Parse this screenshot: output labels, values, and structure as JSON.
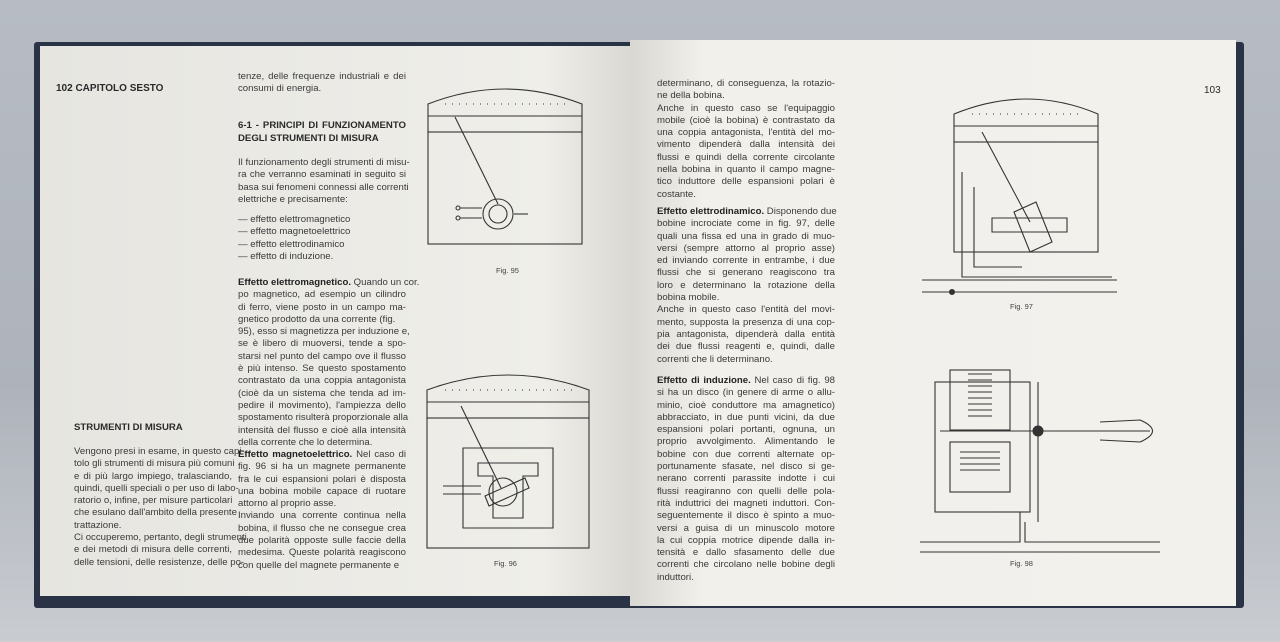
{
  "left_page": {
    "page_header": "102 CAPITOLO SESTO",
    "section_heading": "STRUMENTI DI MISURA",
    "intro_lines": [
      "Vengono presi in esame, in questo capi-",
      "tolo gli strumenti di misura più comuni",
      "e di più largo impiego, tralasciando,",
      "quindi, quelli speciali o per uso di labo-",
      "ratorio o, infine, per misure particolari",
      "che esulano dall'ambito della presente",
      "trattazione.",
      "Ci occuperemo, pertanto, degli strumenti",
      "e dei metodi di misura delle correnti,",
      "delle tensioni, delle resistenze, delle po-"
    ],
    "cont_lines": [
      "tenze, delle frequenze industriali e dei",
      "consumi di energia."
    ],
    "subsection_heading_lines": [
      "6-1 - PRINCIPI DI FUNZIONAMENTO",
      "DEGLI STRUMENTI DI MISURA"
    ],
    "principles_lines": [
      "Il funzionamento degli strumenti di misu-",
      "ra che verranno esaminati in seguito si",
      "basa sui fenomeni connessi alle correnti",
      "elettriche e precisamente:"
    ],
    "effects_list": [
      "— effetto elettromagnetico",
      "— effetto magnetoelettrico",
      "— effetto elettrodinamico",
      "— effetto di induzione."
    ],
    "elettromagnetico_title": "Effetto elettromagnetico.",
    "elettromagnetico_lines": [
      " Quando un cor.",
      "po magnetico, ad esempio un cilindro",
      "di ferro, viene posto in un campo ma-",
      "gnetico prodotto da una corrente (fig.",
      "95), esso si magnetizza per induzione e,",
      "se è libero di muoversi, tende a spo-",
      "starsi nel punto del campo ove il flusso",
      "è più intenso. Se questo spostamento",
      "contrastato da una coppia antagonista",
      "(cioè da un sistema che tenda ad im-",
      "pedire il movimento), l'ampiezza dello",
      "spostamento risulterà proporzionale alla",
      "intensità del flusso e cioè alla intensità",
      "della corrente che lo determina."
    ],
    "magnetoelettrico_title": "Effetto magnetoelettrico.",
    "magnetoelettrico_lines": [
      " Nel caso di",
      "fig. 96 si ha un magnete permanente",
      "fra le cui espansioni polari è disposta",
      "una bobina mobile capace di ruotare",
      "attorno al proprio asse.",
      "Inviando una corrente continua nella",
      "bobina, il flusso che ne consegue crea",
      "due polarità opposte sulle faccie della",
      "medesima. Queste polarità reagiscono",
      "con quelle del magnete permanente e"
    ],
    "fig95_caption": "Fig. 95",
    "fig96_caption": "Fig. 96"
  },
  "right_page": {
    "page_number": "103",
    "cont_lines": [
      "determinano, di conseguenza, la rotazio-",
      "ne della bobina.",
      "Anche in questo caso se l'equipaggio",
      "mobile (cioè la bobina) è contrastato da",
      "una coppia antagonista, l'entità del mo-",
      "vimento dipenderà dalla intensità dei",
      "flussi e quindi della corrente circolante",
      "nella bobina in quanto il campo magne-",
      "tico induttore delle espansioni polari è",
      "costante."
    ],
    "elettrodinamico_title": "Effetto elettrodinamico.",
    "elettrodinamico_lines": [
      " Disponendo due",
      "bobine incrociate come in fig. 97, delle",
      "quali una fissa ed una in grado di muo-",
      "versi (sempre attorno al proprio asse)",
      "ed inviando corrente in entrambe, i due",
      "flussi che si generano reagiscono tra",
      "loro e determinano la rotazione della",
      "bobina mobile.",
      "Anche in questo caso l'entità del movi-",
      "mento, supposta la presenza di una cop-",
      "pia antagonista, dipenderà dalla entità",
      "dei due flussi reagenti e, quindi, dalle",
      "correnti che li determinano."
    ],
    "induzione_title": "Effetto di induzione.",
    "induzione_lines": [
      " Nel caso di fig. 98",
      "si ha un disco (in genere di arme o allu-",
      "minio, cioè conduttore ma amagnetico)",
      "abbracciato, in due punti vicini, da due",
      "espansioni polari portanti, ognuna, un",
      "proprio avvolgimento. Alimentando le",
      "bobine con due correnti alternate op-",
      "portunamente sfasate, nel disco si ge-",
      "nerano correnti parassite indotte i cui",
      "flussi reagiranno con quelli delle pola-",
      "rità induttrici dei magneti induttori. Con-",
      "seguentemente il disco è spinto a muo-",
      "versi a guisa di un minuscolo motore",
      "la cui coppia motrice dipende dalla in-",
      "tensità e dallo sfasamento delle due",
      "correnti che circolano nelle bobine degli",
      "induttori."
    ],
    "fig97_caption": "Fig. 97",
    "fig98_caption": "Fig. 98"
  }
}
